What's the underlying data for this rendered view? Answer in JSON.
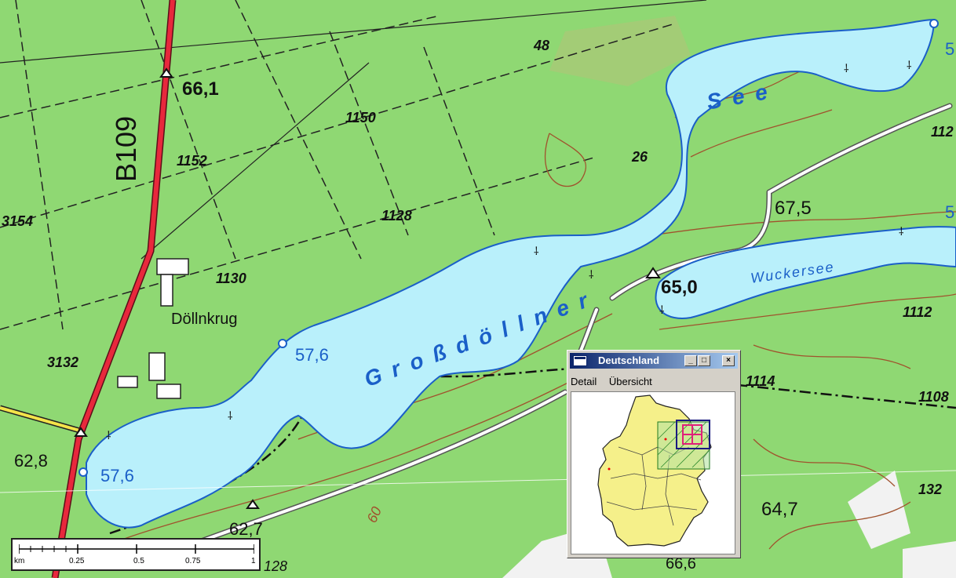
{
  "map": {
    "road_label": "B109",
    "labels": [
      {
        "text": "66,1"
      },
      {
        "text": "1150"
      },
      {
        "text": "1152"
      },
      {
        "text": "48"
      },
      {
        "text": "26"
      },
      {
        "text": "3154"
      },
      {
        "text": "1128"
      },
      {
        "text": "1130"
      },
      {
        "text": "Döllnkrug"
      },
      {
        "text": "3132"
      },
      {
        "text": "62,8"
      },
      {
        "text": "67,5"
      },
      {
        "text": "65,0"
      },
      {
        "text": "1112"
      },
      {
        "text": "1114"
      },
      {
        "text": "1108"
      },
      {
        "text": "132"
      },
      {
        "text": "64,7"
      },
      {
        "text": "62,7"
      },
      {
        "text": "128"
      },
      {
        "text": "66,6"
      },
      {
        "text": "60"
      },
      {
        "text": "112"
      }
    ],
    "water_labels": {
      "lake_name_1": "Großdöllner",
      "lake_name_2": "See",
      "wuckersee": "Wuckersee",
      "level_1": "57,6",
      "level_2": "57,6",
      "edge_right_1": "5",
      "edge_right_2": "5"
    }
  },
  "scalebar": {
    "unit": "km",
    "ticks": [
      "0.25",
      "0.5",
      "0.75",
      "1"
    ]
  },
  "overview_window": {
    "title": "Deutschland",
    "menu": [
      "Detail",
      "Übersicht"
    ],
    "buttons": {
      "minimize": "_",
      "maximize": "□",
      "close": "×"
    }
  },
  "colors": {
    "forest": "#8fd873",
    "water": "#b9f0fb",
    "shore": "#1a5fc8",
    "road_main": "#e8283c",
    "contour": "#a0522d",
    "germany_fill": "#f5f08a"
  }
}
